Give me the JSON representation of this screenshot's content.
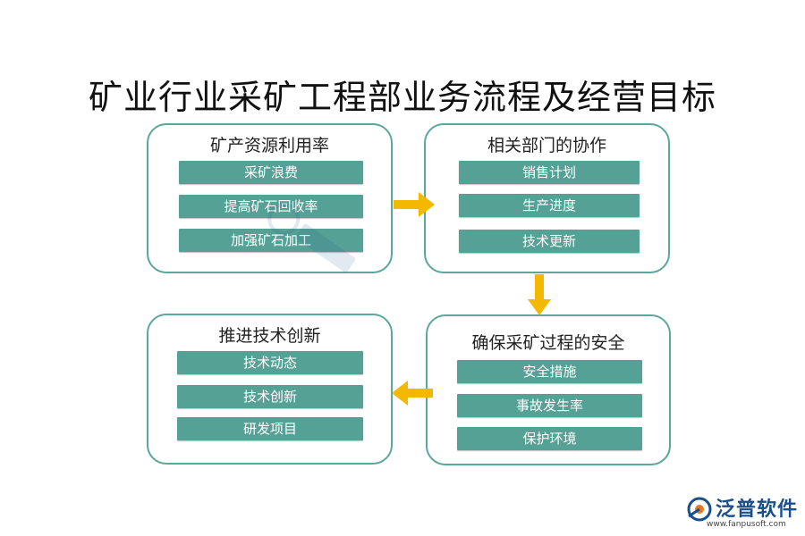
{
  "title": "矿业行业采矿工程部业务流程及经营目标",
  "panels": [
    {
      "title": "矿产资源利用率",
      "items": [
        "采矿浪费",
        "提高矿石回收率",
        "加强矿石加工"
      ]
    },
    {
      "title": "相关部门的协作",
      "items": [
        "销售计划",
        "生产进度",
        "技术更新"
      ]
    },
    {
      "title": "确保采矿过程的安全",
      "items": [
        "安全措施",
        "事故发生率",
        "保护环境"
      ]
    },
    {
      "title": "推进技术创新",
      "items": [
        "技术动态",
        "技术创新",
        "研发项目"
      ]
    }
  ],
  "flow": [
    "right-arrow",
    "down-arrow",
    "left-arrow"
  ],
  "colors": {
    "panel_border": "#5aa79b",
    "bar_fill": "#56a195",
    "arrow": "#f5b800",
    "brand": "#1b4f8a"
  },
  "brand": {
    "name": "泛普软件",
    "url": "www.fanpusoft.com"
  }
}
